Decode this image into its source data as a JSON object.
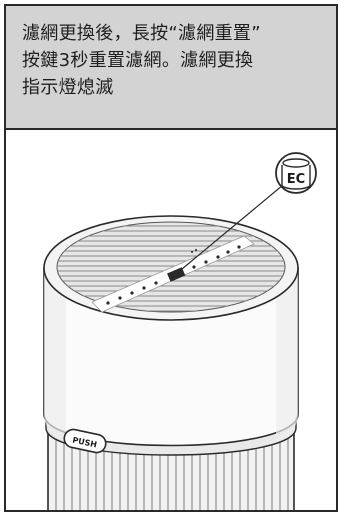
{
  "instruction": {
    "lines": [
      "濾網更換後，長按“濾網重置”",
      "按鍵3秒重置濾網。濾網更換",
      "指示燈熄滅"
    ]
  },
  "illustration": {
    "callout_icon": "filter-reset-ec-icon",
    "callout_icon_text": "EC",
    "front_button_text": "PUSH"
  }
}
